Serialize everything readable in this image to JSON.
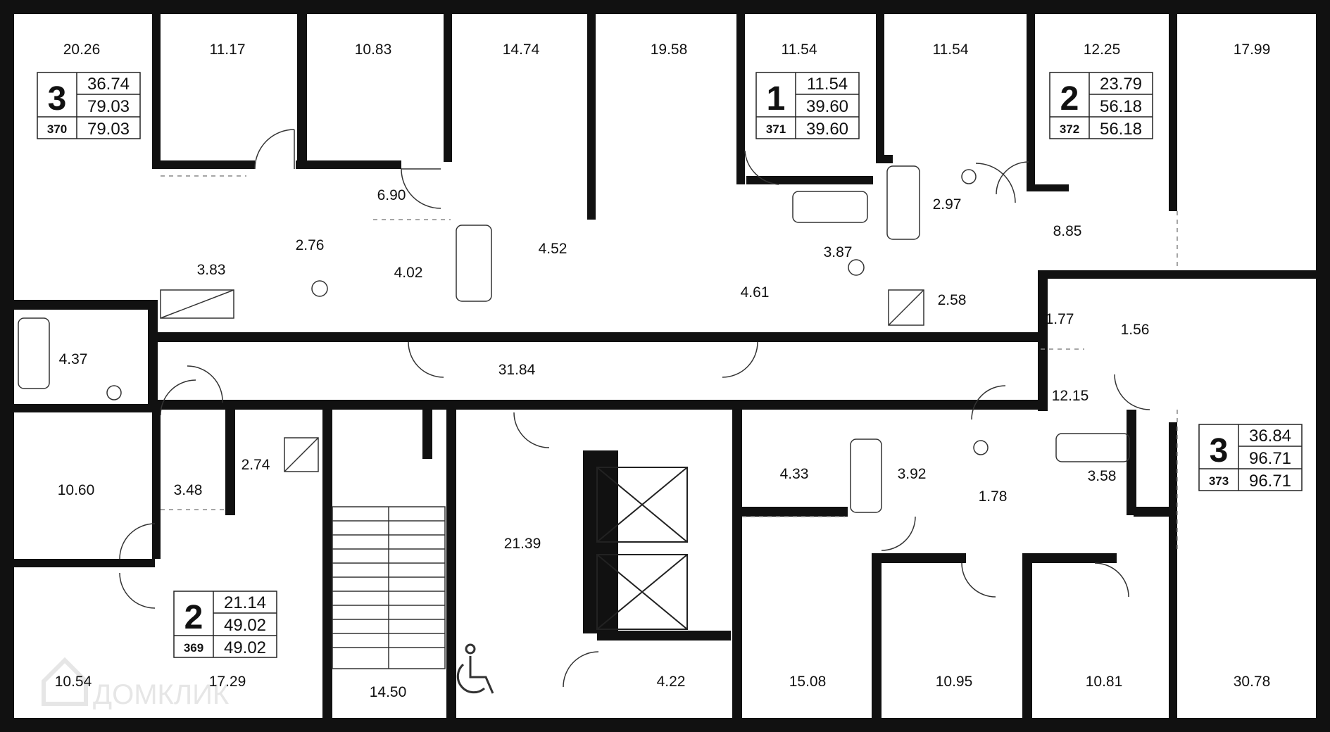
{
  "watermark": "ДОМКЛИК",
  "room_areas": {
    "r1": "20.26",
    "r2": "11.17",
    "r3": "10.83",
    "r4": "14.74",
    "r5": "19.58",
    "r6": "11.54",
    "r7": "11.54",
    "r8": "12.25",
    "r9": "17.99",
    "r10": "6.90",
    "r11": "3.83",
    "r12": "2.76",
    "r13": "4.02",
    "r14": "4.52",
    "r15": "3.87",
    "r16": "2.97",
    "r17": "8.85",
    "r18": "4.61",
    "r19": "2.58",
    "r20": "4.37",
    "r21": "31.84",
    "r22": "1.77",
    "r23": "1.56",
    "r24": "12.15",
    "r25": "2.74",
    "r26": "3.48",
    "r27": "10.60",
    "r28": "4.33",
    "r29": "3.92",
    "r30": "1.78",
    "r31": "3.58",
    "r32": "21.39",
    "r33": "10.54",
    "r34": "17.29",
    "r35": "14.50",
    "r36": "4.22",
    "r37": "15.08",
    "r38": "10.95",
    "r39": "10.81",
    "r40": "30.78"
  },
  "apartments": [
    {
      "rooms": "3",
      "living": "36.74",
      "total": "79.03",
      "number": "370",
      "price_area": "79.03"
    },
    {
      "rooms": "1",
      "living": "11.54",
      "total": "39.60",
      "number": "371",
      "price_area": "39.60"
    },
    {
      "rooms": "2",
      "living": "23.79",
      "total": "56.18",
      "number": "372",
      "price_area": "56.18"
    },
    {
      "rooms": "3",
      "living": "36.84",
      "total": "96.71",
      "number": "373",
      "price_area": "96.71"
    },
    {
      "rooms": "2",
      "living": "21.14",
      "total": "49.02",
      "number": "369",
      "price_area": "49.02"
    }
  ]
}
